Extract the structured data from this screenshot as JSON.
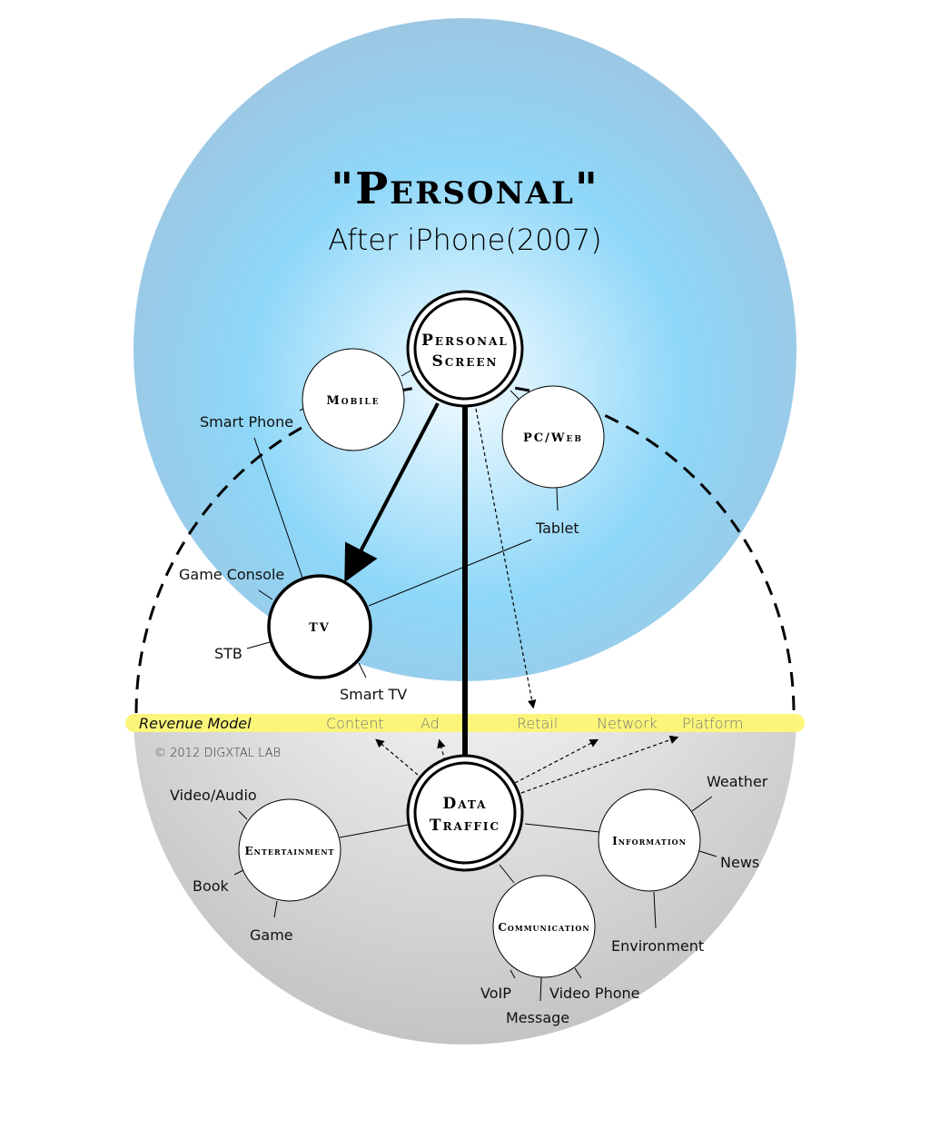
{
  "title": "\"Personal\"",
  "subtitle": "After iPhone(2007)",
  "copyright": "© 2012 DIGXTAL LAB",
  "revenue": {
    "label": "Revenue Model",
    "items": [
      "Content",
      "Ad",
      "Retail",
      "Network",
      "Platform"
    ]
  },
  "nodes": {
    "personal_screen": [
      "Personal",
      "Screen"
    ],
    "mobile": "Mobile",
    "pcweb": "PC/Web",
    "tv": "TV",
    "data_traffic": [
      "Data",
      "Traffic"
    ],
    "entertainment": "Entertainment",
    "information": "Information",
    "communication": "Communication"
  },
  "labels": {
    "smart_phone": "Smart Phone",
    "tablet": "Tablet",
    "game_console": "Game Console",
    "stb": "STB",
    "smart_tv": "Smart TV",
    "video_audio": "Video/Audio",
    "book": "Book",
    "game": "Game",
    "weather": "Weather",
    "news": "News",
    "environment": "Environment",
    "voip": "VoIP",
    "message": "Message",
    "video_phone": "Video Phone"
  },
  "colors": {
    "sky": "#8fd3f4",
    "band": "#fbf67a",
    "gray": "#c8c8c8"
  }
}
